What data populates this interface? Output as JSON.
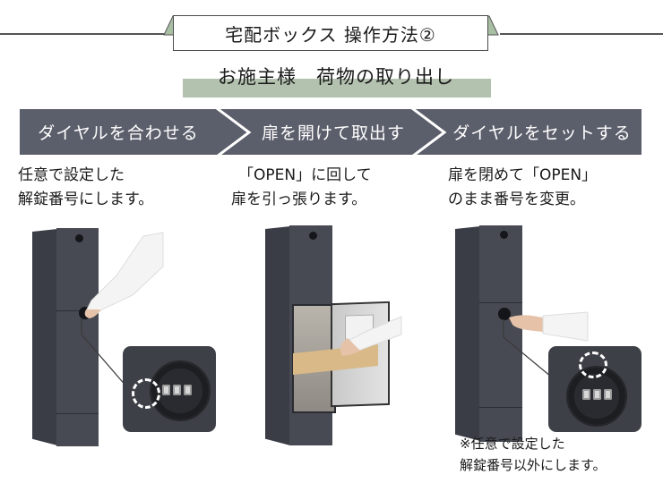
{
  "header": {
    "title": "宅配ボックス 操作方法②",
    "subtitle": "お施主様　荷物の取り出し",
    "accent_green": "#b2c2ae",
    "banner_color": "#5b5e6b"
  },
  "steps": [
    {
      "label": "ダイヤルを合わせる",
      "description_lines": [
        "任意で設定した",
        "解錠番号にします。"
      ],
      "image": "dark-gray-delivery-box-hand-turning-dial",
      "closeup": "combination-dial-closeup-marker-left"
    },
    {
      "label": "扉を開けて取出す",
      "description_lines": [
        "「OPEN」に回して",
        "扉を引っ張ります。"
      ],
      "image": "delivery-box-door-open-hand-removing-parcel"
    },
    {
      "label": "ダイヤルをセットする",
      "description_lines": [
        "扉を閉めて「OPEN」",
        "のまま番号を変更。"
      ],
      "image": "delivery-box-closed-finger-on-dial",
      "closeup": "combination-dial-closeup-marker-top",
      "note_lines": [
        "※任意で設定した",
        "解錠番号以外にします。"
      ]
    }
  ]
}
